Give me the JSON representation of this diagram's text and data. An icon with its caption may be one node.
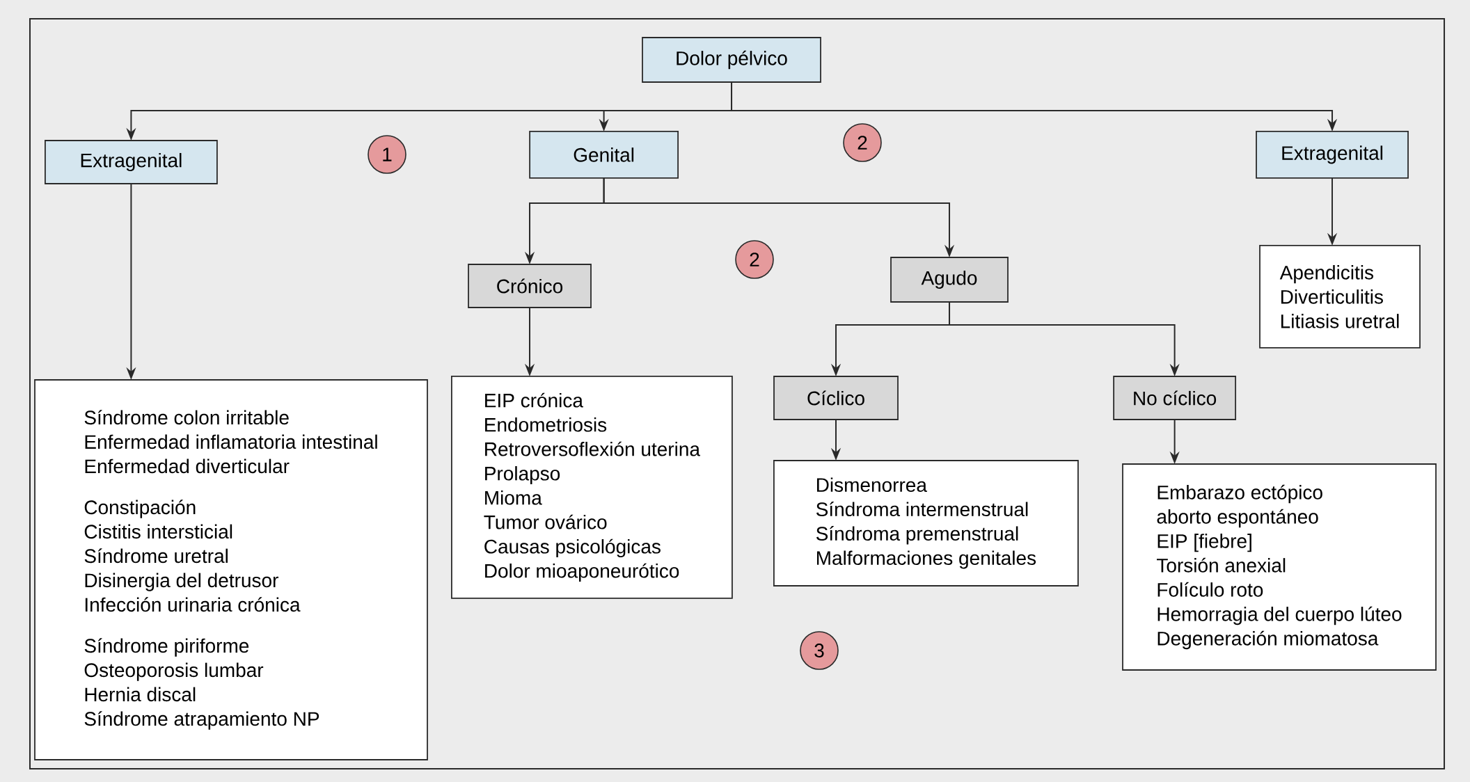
{
  "diagram": {
    "nodes": [
      {
        "text": [
          "Dolor pélvico"
        ]
      },
      {
        "text": [
          "Extragenital"
        ]
      },
      {
        "text": [
          "1"
        ]
      },
      {
        "text": [
          "Genital"
        ]
      },
      {
        "text": [
          "2"
        ]
      },
      {
        "text": [
          "Extragenital"
        ]
      },
      {
        "text": [
          "2"
        ]
      },
      {
        "text": [
          "Crónico"
        ]
      },
      {
        "text": [
          "Agudo"
        ]
      },
      {
        "text": [
          "Apendicitis",
          "Diverticulitis",
          "Litiasis uretral"
        ]
      },
      {
        "text": [
          "Cíclico"
        ]
      },
      {
        "text": [
          "No cíclico"
        ]
      },
      {
        "text": [
          "Síndrome colon irritable",
          "Enfermedad inflamatoria intestinal",
          "Enfermedad diverticular",
          "Constipación",
          "Cistitis intersticial",
          "Síndrome uretral",
          "Disinergia del detrusor",
          "Infección urinaria crónica",
          "Síndrome piriforme",
          "Osteoporosis lumbar",
          "Hernia discal",
          "Síndrome atrapamiento NP"
        ]
      },
      {
        "text": [
          "EIP crónica",
          "Endometriosis",
          "Retroversoflexión uterina",
          "Prolapso",
          "Mioma",
          "Tumor ovárico",
          "Causas psicológicas",
          "Dolor mioaponeurótico"
        ]
      },
      {
        "text": [
          "Dismenorrea",
          "Síndroma intermenstrual",
          "Síndroma premenstrual",
          "Malformaciones genitales"
        ]
      },
      {
        "text": [
          "Embarazo ectópico",
          "aborto espontáneo",
          "EIP [fiebre]",
          "Torsión anexial",
          "Folículo roto",
          "Hemorragia del cuerpo lúteo",
          "Degeneración miomatosa"
        ]
      },
      {
        "text": [
          "3"
        ]
      }
    ],
    "edges": [
      {
        "from": 0,
        "to": 1,
        "arrow": "to"
      },
      {
        "from": 0,
        "to": 3,
        "arrow": "to"
      },
      {
        "from": 0,
        "to": 5,
        "arrow": "to"
      },
      {
        "from": 3,
        "to": 7,
        "arrow": "to"
      },
      {
        "from": 3,
        "to": 8,
        "arrow": "to"
      },
      {
        "from": 5,
        "to": 9,
        "arrow": "to"
      },
      {
        "from": 7,
        "to": 13,
        "arrow": "to"
      },
      {
        "from": 8,
        "to": 10,
        "arrow": "to"
      },
      {
        "from": 8,
        "to": 11,
        "arrow": "to"
      },
      {
        "from": 1,
        "to": 12,
        "arrow": "to"
      },
      {
        "from": 10,
        "to": 14,
        "arrow": "to"
      },
      {
        "from": 11,
        "to": 15,
        "arrow": "to"
      }
    ]
  }
}
